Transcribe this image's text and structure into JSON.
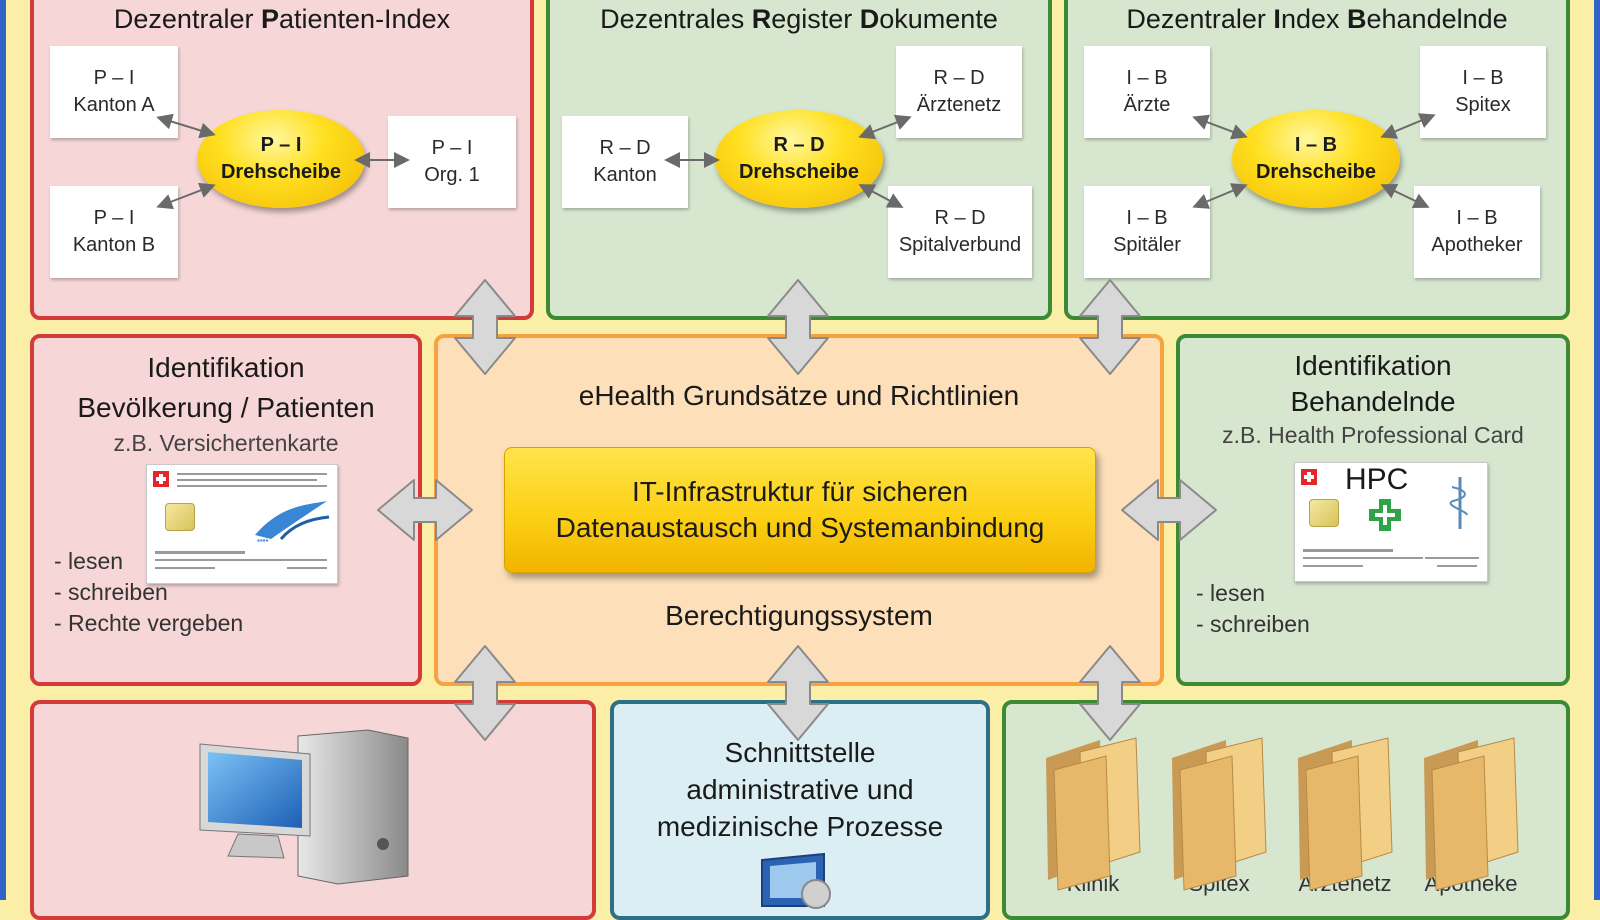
{
  "panels": {
    "patient_index": {
      "title": "Dezentraler Patienten-Index",
      "hub": [
        "P – I",
        "Drehscheibe"
      ],
      "boxes": [
        [
          "P – I",
          "Kanton A"
        ],
        [
          "P – I",
          "Kanton B"
        ],
        [
          "P – I",
          "Org. 1"
        ]
      ]
    },
    "register_dokumente": {
      "title": "Dezentrales Register Dokumente",
      "hub": [
        "R – D",
        "Drehscheibe"
      ],
      "boxes": [
        [
          "R – D",
          "Kanton"
        ],
        [
          "R – D",
          "Ärztenetz"
        ],
        [
          "R – D",
          "Spitalverbund"
        ]
      ]
    },
    "index_behandelnde": {
      "title": "Dezentraler Index Behandelnde",
      "hub": [
        "I – B",
        "Drehscheibe"
      ],
      "boxes": [
        [
          "I – B",
          "Ärzte"
        ],
        [
          "I – B",
          "Spitäler"
        ],
        [
          "I – B",
          "Spitex"
        ],
        [
          "I – B",
          "Apotheker"
        ]
      ]
    },
    "identifikation_patienten": {
      "title": [
        "Identifikation",
        "Bevölkerung / Patienten"
      ],
      "subtitle": "z.B. Versichertenkarte",
      "bullets": [
        "- lesen",
        "- schreiben",
        "- Rechte vergeben"
      ]
    },
    "center": {
      "top_label": "eHealth Grundsätze und Richtlinien",
      "it_box": [
        "IT-Infrastruktur für sicheren",
        "Datenaustausch und Systemanbindung"
      ],
      "bottom_label": "Berechtigungssystem"
    },
    "identifikation_behandelnde": {
      "title": [
        "Identifikation",
        "Behandelnde"
      ],
      "subtitle": "z.B. Health Professional Card",
      "card_label": "HPC",
      "bullets": [
        "- lesen",
        "- schreiben"
      ]
    },
    "schnittstelle": {
      "title": [
        "Schnittstelle",
        "administrative und",
        "medizinische Prozesse"
      ]
    },
    "archive": {
      "folders": [
        "Klinik",
        "Spitex",
        "Ärztenetz",
        "Apotheke"
      ]
    }
  },
  "colors": {
    "red_fill": "#f6d6d6",
    "red_border": "#d43a3a",
    "green_fill": "#d7e7cf",
    "green_border": "#3c8a33",
    "orange_fill": "#fde0b9",
    "orange_border": "#f6a240",
    "blue_fill": "#dbeef4",
    "blue_border": "#2d6f86",
    "hub_yellow": "#ffe020",
    "frame_blue": "#2f62c4"
  }
}
